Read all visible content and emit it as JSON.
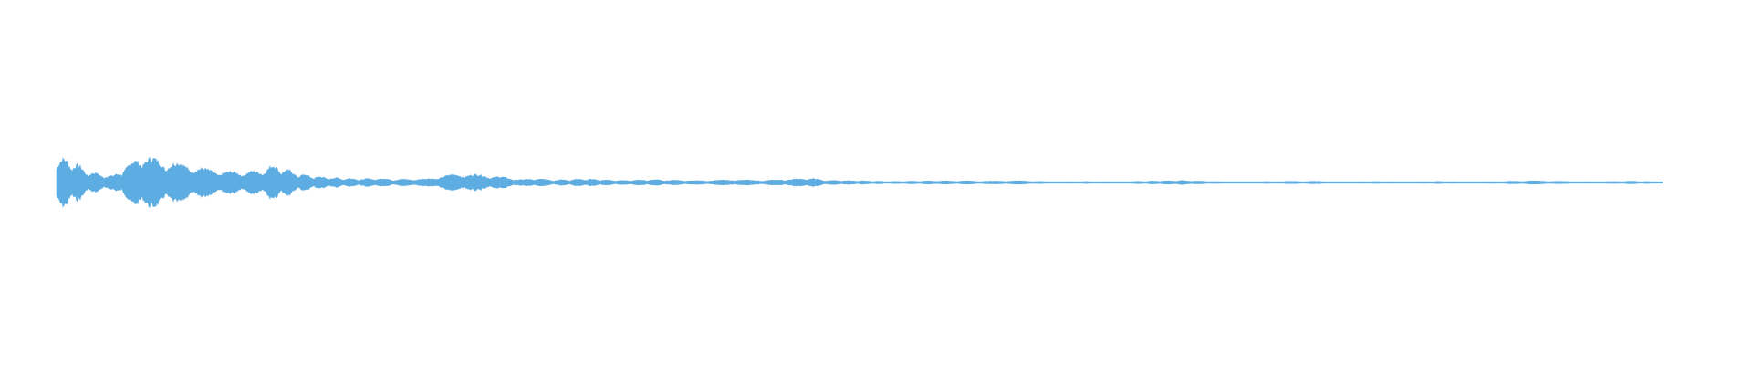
{
  "chart_data": {
    "type": "area",
    "title": "",
    "xlabel": "",
    "ylabel": "",
    "ylim": [
      -1,
      1
    ],
    "grid": false,
    "legend": "none",
    "style": "mirrored-envelope",
    "color": "#5DADE2",
    "background": "#FFFFFF",
    "x": [
      0,
      0.01,
      0.02,
      0.035,
      0.053,
      0.063,
      0.085,
      0.095,
      0.108,
      0.125,
      0.136,
      0.15,
      0.16,
      0.17,
      0.19,
      0.2,
      0.21,
      0.23,
      0.25,
      0.27,
      0.29,
      0.3,
      0.31,
      0.33,
      0.35,
      0.37,
      0.4,
      0.42,
      0.44,
      0.47,
      0.48,
      0.5,
      0.52,
      0.55,
      0.58,
      0.6,
      0.62,
      0.64,
      0.66,
      0.68,
      0.7,
      0.72,
      0.74,
      0.76,
      0.78,
      0.8,
      0.82,
      0.84,
      0.86,
      0.88,
      0.9,
      0.92,
      0.94,
      0.96,
      0.98,
      1
    ],
    "values": [
      0.72,
      0.6,
      0.3,
      0.18,
      0.78,
      0.65,
      0.48,
      0.36,
      0.3,
      0.32,
      0.5,
      0.25,
      0.18,
      0.14,
      0.1,
      0.12,
      0.09,
      0.1,
      0.25,
      0.2,
      0.08,
      0.12,
      0.07,
      0.1,
      0.06,
      0.08,
      0.05,
      0.08,
      0.06,
      0.12,
      0.06,
      0.05,
      0.03,
      0.05,
      0.04,
      0.05,
      0.02,
      0.03,
      0.02,
      0.04,
      0.06,
      0.03,
      0.02,
      0.03,
      0.04,
      0.02,
      0.03,
      0.02,
      0.03,
      0.02,
      0.03,
      0.05,
      0.03,
      0.02,
      0.04,
      0.02
    ]
  }
}
